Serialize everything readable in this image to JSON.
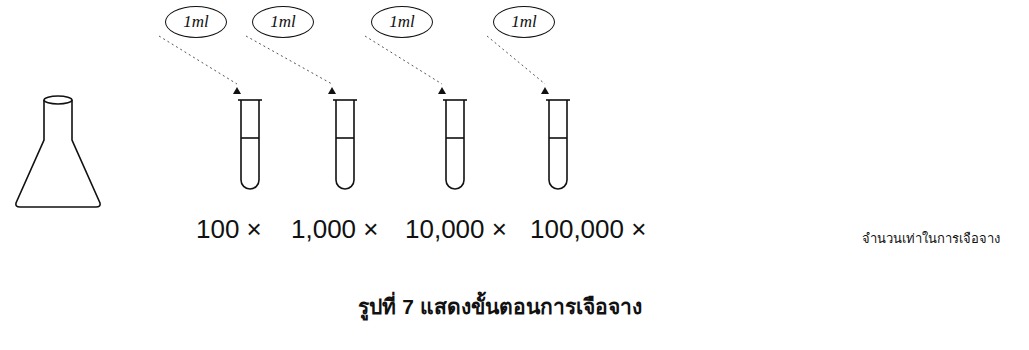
{
  "diagram": {
    "caption": "รูปที่ 7 แสดงขั้นตอนการเจือจาง",
    "nodes": [
      {
        "text": [
          "1ml"
        ]
      },
      {
        "text": [
          "1ml"
        ]
      },
      {
        "text": [
          "1ml"
        ]
      },
      {
        "text": [
          "1ml"
        ]
      }
    ],
    "labels": [
      "100 ×",
      "1,000 ×",
      "10,000 ×",
      "100,000 ×",
      "จำนวนเท่าในการเจือจาง"
    ]
  }
}
